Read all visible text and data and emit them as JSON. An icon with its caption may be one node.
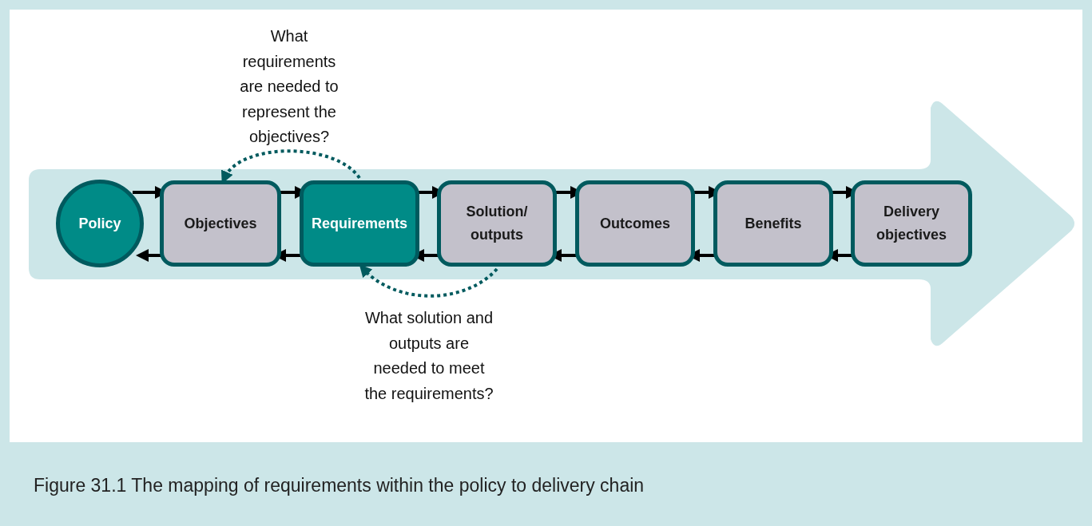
{
  "diagram": {
    "caption": "Figure 31.1 The mapping of requirements within the policy to delivery chain",
    "nodes": [
      {
        "text": [
          "Policy"
        ]
      },
      {
        "text": [
          "Objectives"
        ]
      },
      {
        "text": [
          "Requirements"
        ]
      },
      {
        "text": [
          "Solution/ outputs"
        ]
      },
      {
        "text": [
          "Outcomes"
        ]
      },
      {
        "text": [
          "Benefits"
        ]
      },
      {
        "text": [
          "Delivery objectives"
        ]
      }
    ],
    "edges": [
      {
        "from": 0,
        "to": 1,
        "arrow": "to"
      },
      {
        "from": 1,
        "to": 2,
        "arrow": "to"
      },
      {
        "from": 2,
        "to": 3,
        "arrow": "to"
      },
      {
        "from": 3,
        "to": 4,
        "arrow": "to"
      },
      {
        "from": 4,
        "to": 5,
        "arrow": "to"
      },
      {
        "from": 5,
        "to": 6,
        "arrow": "to"
      },
      {
        "from": 1,
        "to": 0,
        "arrow": "to"
      },
      {
        "from": 2,
        "to": 1,
        "arrow": "to"
      },
      {
        "from": 3,
        "to": 2,
        "arrow": "to"
      },
      {
        "from": 4,
        "to": 3,
        "arrow": "to"
      },
      {
        "from": 5,
        "to": 4,
        "arrow": "to"
      },
      {
        "from": 6,
        "to": 5,
        "arrow": "to"
      },
      {
        "from": 2,
        "to": 1,
        "arrow": "to",
        "style": "dashed",
        "color": "#005a5e"
      },
      {
        "from": 3,
        "to": 2,
        "arrow": "to",
        "style": "dashed",
        "color": "#005a5e"
      }
    ],
    "labels": [
      "What requirements are needed to represent the objectives?",
      "What solution and outputs are needed to meet the requirements?"
    ]
  }
}
